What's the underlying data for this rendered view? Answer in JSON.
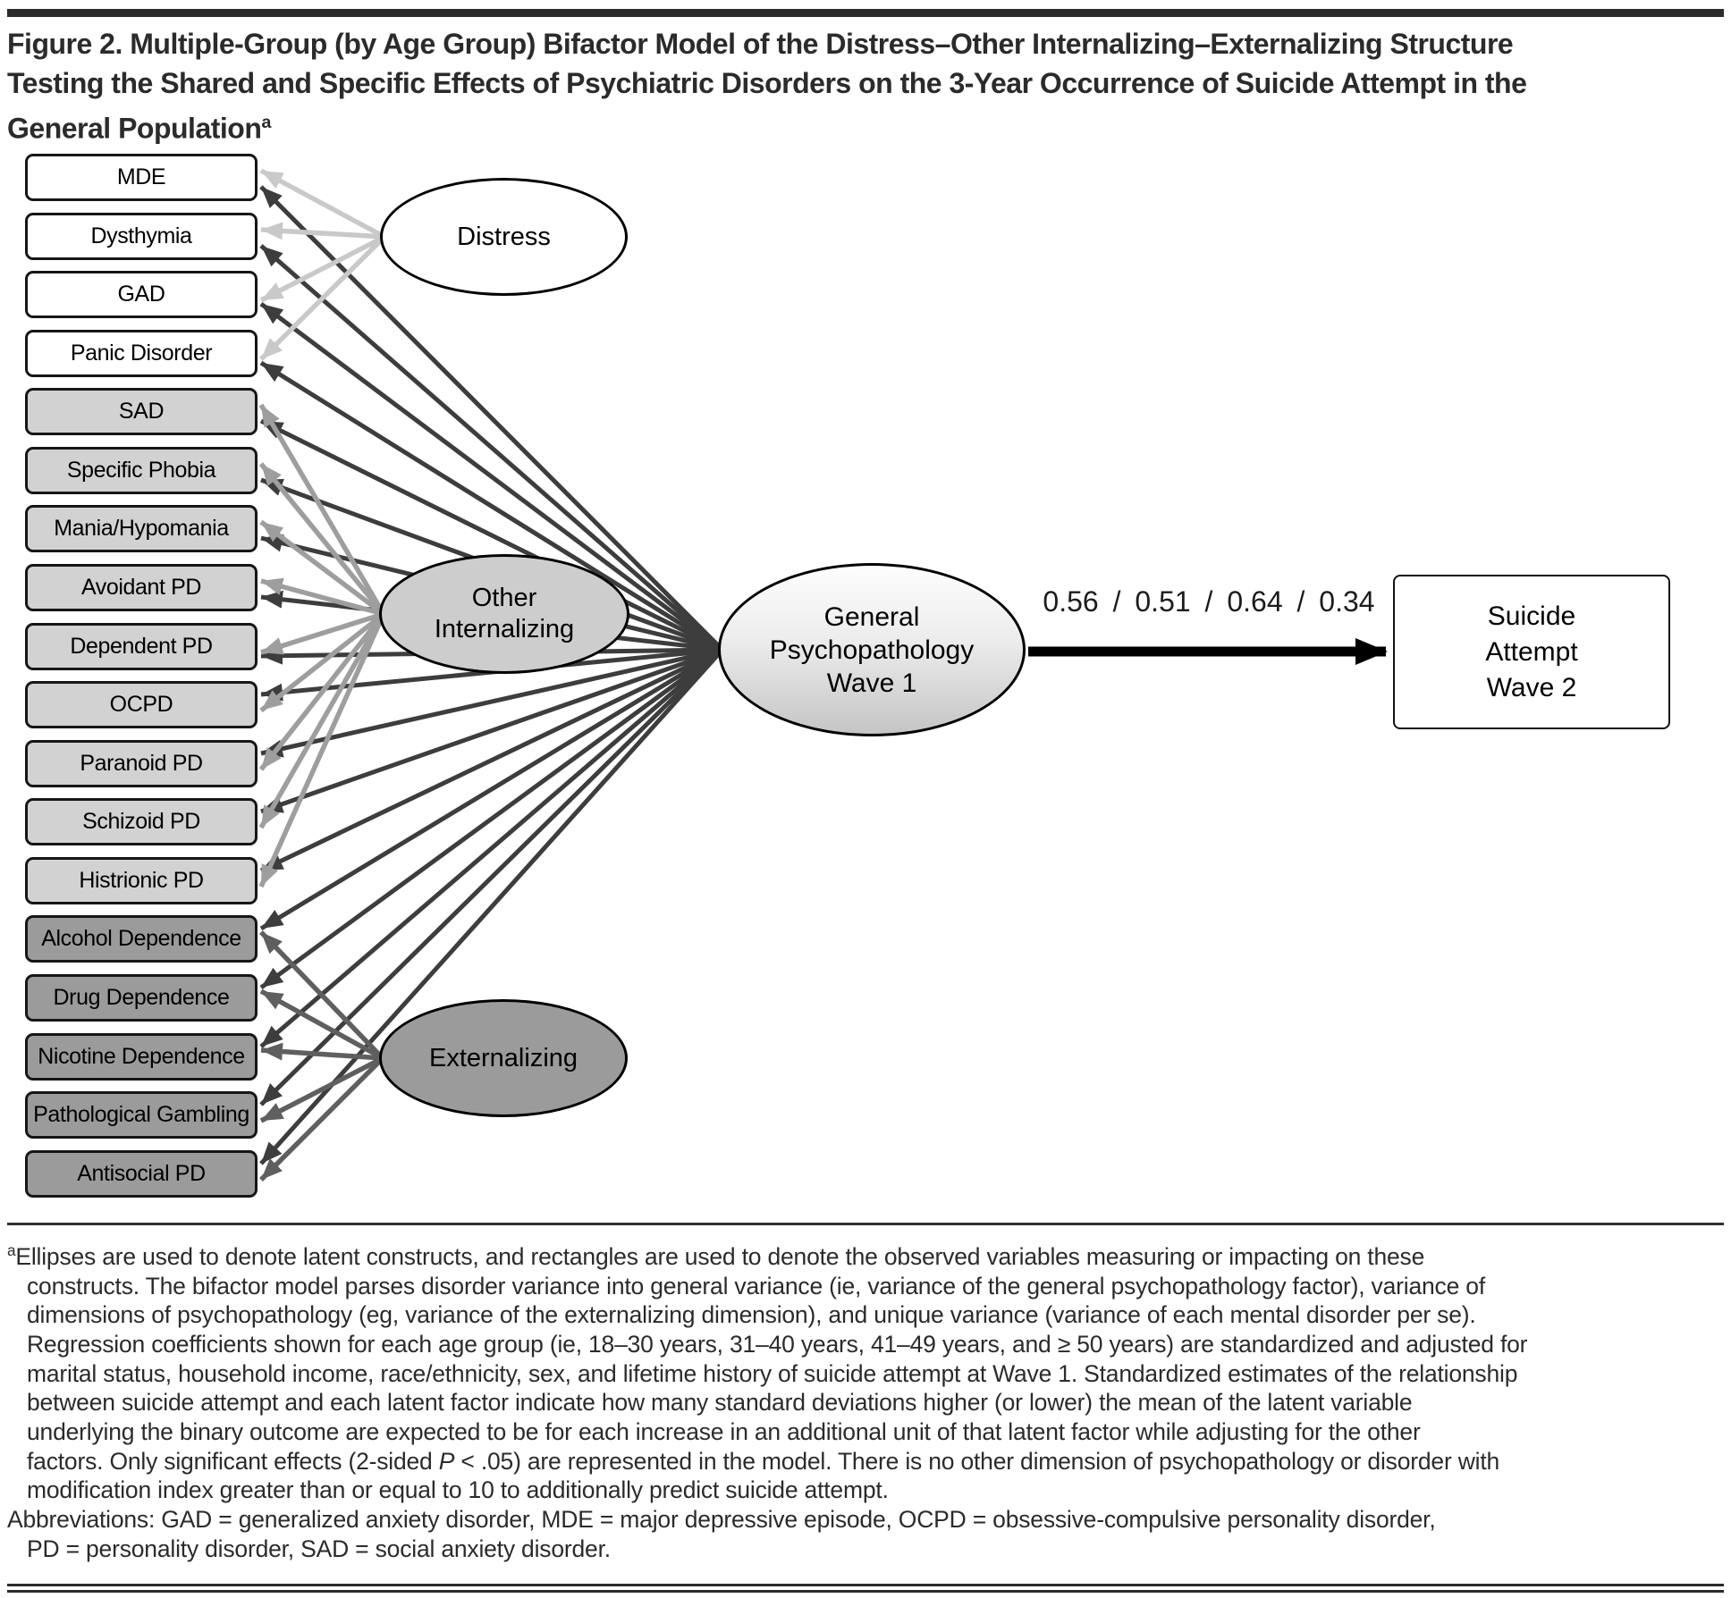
{
  "title": {
    "lines": [
      "Figure 2. Multiple-Group (by Age Group) Bifactor Model of the Distress–Other Internalizing–Externalizing Structure",
      "Testing the Shared and Specific Effects of Psychiatric Disorders on the 3-Year Occurrence of Suicide Attempt in the",
      "General Population"
    ],
    "superscript": "a"
  },
  "model": {
    "indicators": [
      {
        "id": "mde",
        "label": "MDE",
        "group": "distress"
      },
      {
        "id": "dysthymia",
        "label": "Dysthymia",
        "group": "distress"
      },
      {
        "id": "gad",
        "label": "GAD",
        "group": "distress"
      },
      {
        "id": "panic_disorder",
        "label": "Panic Disorder",
        "group": "distress"
      },
      {
        "id": "sad",
        "label": "SAD",
        "group": "other_internalizing"
      },
      {
        "id": "specific_phobia",
        "label": "Specific Phobia",
        "group": "other_internalizing"
      },
      {
        "id": "mania_hypomania",
        "label": "Mania/Hypomania",
        "group": "other_internalizing"
      },
      {
        "id": "avoidant_pd",
        "label": "Avoidant PD",
        "group": "other_internalizing"
      },
      {
        "id": "dependent_pd",
        "label": "Dependent PD",
        "group": "other_internalizing"
      },
      {
        "id": "ocpd",
        "label": "OCPD",
        "group": "other_internalizing"
      },
      {
        "id": "paranoid_pd",
        "label": "Paranoid PD",
        "group": "other_internalizing"
      },
      {
        "id": "schizoid_pd",
        "label": "Schizoid PD",
        "group": "other_internalizing"
      },
      {
        "id": "histrionic_pd",
        "label": "Histrionic PD",
        "group": "other_internalizing"
      },
      {
        "id": "alcohol_dependence",
        "label": "Alcohol Dependence",
        "group": "externalizing"
      },
      {
        "id": "drug_dependence",
        "label": "Drug Dependence",
        "group": "externalizing"
      },
      {
        "id": "nicotine_dependence",
        "label": "Nicotine Dependence",
        "group": "externalizing"
      },
      {
        "id": "pathological_gambling",
        "label": "Pathological Gambling",
        "group": "externalizing"
      },
      {
        "id": "antisocial_pd",
        "label": "Antisocial PD",
        "group": "externalizing"
      }
    ],
    "factors": {
      "distress": {
        "label": "Distress"
      },
      "other_internalizing": {
        "line1": "Other",
        "line2": "Internalizing"
      },
      "externalizing": {
        "label": "Externalizing"
      },
      "general": {
        "line1": "General",
        "line2": "Psychopathology",
        "line3": "Wave 1"
      }
    },
    "outcome": {
      "line1": "Suicide",
      "line2": "Attempt",
      "line3": "Wave 2"
    },
    "regression": {
      "from": "general",
      "to": "outcome",
      "label": "0.56 / 0.51 / 0.64 / 0.34",
      "coefficients_by_age_group": {
        "18–30 years": 0.56,
        "31–40 years": 0.51,
        "41–49 years": 0.64,
        "≥ 50 years": 0.34
      }
    },
    "loadings": {
      "general": [
        "mde",
        "dysthymia",
        "gad",
        "panic_disorder",
        "sad",
        "specific_phobia",
        "mania_hypomania",
        "avoidant_pd",
        "dependent_pd",
        "ocpd",
        "paranoid_pd",
        "schizoid_pd",
        "histrionic_pd",
        "alcohol_dependence",
        "drug_dependence",
        "nicotine_dependence",
        "pathological_gambling",
        "antisocial_pd"
      ],
      "distress": [
        "mde",
        "dysthymia",
        "gad",
        "panic_disorder"
      ],
      "other_internalizing": [
        "sad",
        "specific_phobia",
        "mania_hypomania",
        "avoidant_pd",
        "dependent_pd",
        "ocpd",
        "paranoid_pd",
        "schizoid_pd",
        "histrionic_pd"
      ],
      "externalizing": [
        "alcohol_dependence",
        "drug_dependence",
        "nicotine_dependence",
        "pathological_gambling",
        "antisocial_pd"
      ]
    }
  },
  "colors": {
    "general_loading": "#3d3d3d",
    "distress_loading": "#c9c9c9",
    "other_internalizing_loading": "#9e9e9e",
    "externalizing_loading": "#5f5f5f",
    "regression_arrow": "#000000",
    "box_distress_fill": "#ffffff",
    "box_other_internalizing_fill": "#d2d2d2",
    "box_externalizing_fill": "#9b9b9b"
  },
  "footnote": {
    "lines": [
      {
        "indent": 0,
        "segments": [
          {
            "t": "a",
            "s": "sup"
          },
          {
            "t": "Ellipses are used to denote latent constructs, and rectangles are used to denote the observed variables measuring or impacting on these",
            "s": "n"
          }
        ]
      },
      {
        "indent": 1,
        "segments": [
          {
            "t": "constructs. The bifactor model parses disorder variance into general variance (ie, variance of the general psychopathology factor), variance of",
            "s": "n"
          }
        ]
      },
      {
        "indent": 1,
        "segments": [
          {
            "t": "dimensions of psychopathology (eg, variance of the externalizing dimension), and unique variance (variance of each mental disorder per se).",
            "s": "n"
          }
        ]
      },
      {
        "indent": 1,
        "segments": [
          {
            "t": "Regression coefficients shown for each age group (ie, 18–30 years, 31–40 years, 41–49 years, and ≥ 50 years) are standardized and adjusted for",
            "s": "n"
          }
        ]
      },
      {
        "indent": 1,
        "segments": [
          {
            "t": "marital status, household income, race/ethnicity, sex, and lifetime history of suicide attempt at Wave 1. Standardized estimates of the relationship",
            "s": "n"
          }
        ]
      },
      {
        "indent": 1,
        "segments": [
          {
            "t": "between suicide attempt and each latent factor indicate how many standard deviations higher (or lower) the mean of the latent variable",
            "s": "n"
          }
        ]
      },
      {
        "indent": 1,
        "segments": [
          {
            "t": "underlying the binary outcome are expected to be for each increase in an additional unit of that latent factor while adjusting for the other",
            "s": "n"
          }
        ]
      },
      {
        "indent": 1,
        "segments": [
          {
            "t": "factors. Only significant effects (2-sided ",
            "s": "n"
          },
          {
            "t": "P",
            "s": "i"
          },
          {
            "t": " < .05) are represented in the model. There is no other dimension of psychopathology or disorder with",
            "s": "n"
          }
        ]
      },
      {
        "indent": 1,
        "segments": [
          {
            "t": "modification index greater than or equal to 10 to additionally predict suicide attempt.",
            "s": "n"
          }
        ]
      },
      {
        "indent": 0,
        "segments": [
          {
            "t": "Abbreviations: GAD = generalized anxiety disorder, MDE = major depressive episode, OCPD = obsessive-compulsive personality disorder,",
            "s": "n"
          }
        ]
      },
      {
        "indent": 1,
        "segments": [
          {
            "t": "PD = personality disorder, SAD = social anxiety disorder.",
            "s": "n"
          }
        ]
      }
    ]
  }
}
